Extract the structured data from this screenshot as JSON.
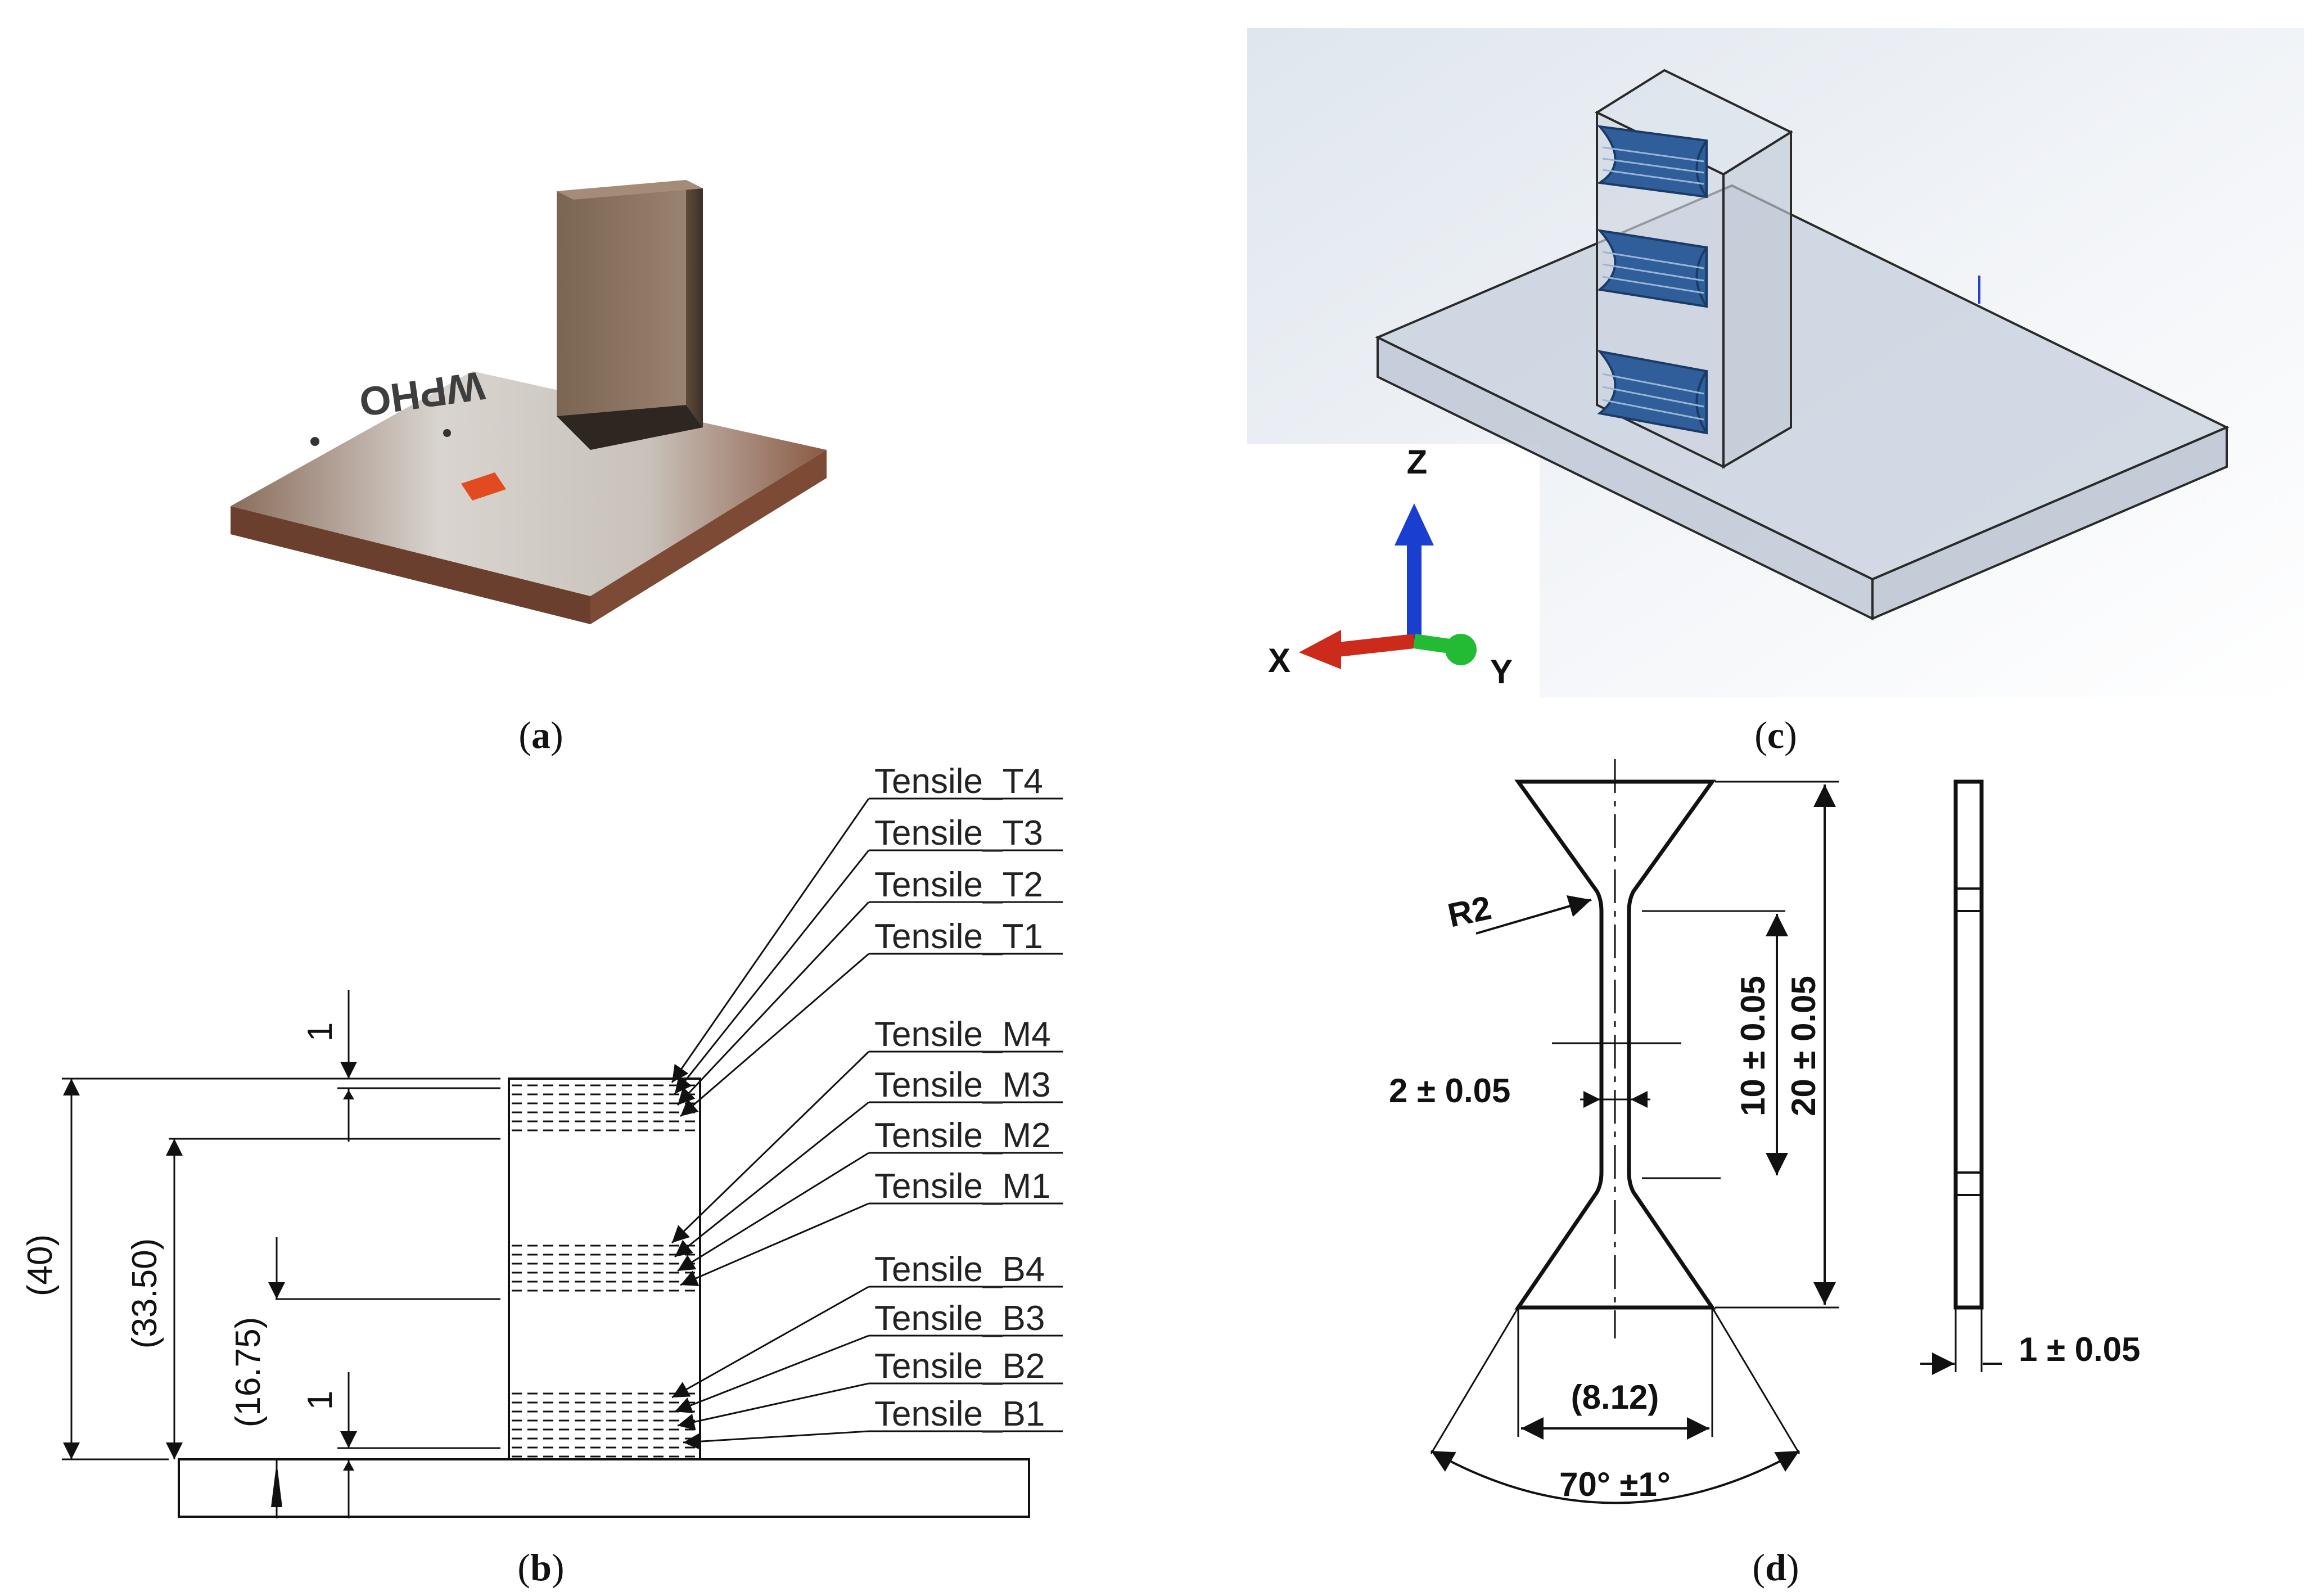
{
  "panels": {
    "a": {
      "caption_open": "(",
      "caption_letter": "a",
      "caption_close": ")",
      "engraving": "WPHO"
    },
    "b": {
      "caption_open": "(",
      "caption_letter": "b",
      "caption_close": ")",
      "labels": [
        "Tensile_T4",
        "Tensile_T3",
        "Tensile_T2",
        "Tensile_T1",
        "Tensile_M4",
        "Tensile_M3",
        "Tensile_M2",
        "Tensile_M1",
        "Tensile_B4",
        "Tensile_B3",
        "Tensile_B2",
        "Tensile_B1"
      ],
      "dims": {
        "total": "(40)",
        "top_group": "(33.50)",
        "mid_group": "(16.75)",
        "gap_top": "1",
        "gap_bottom": "1"
      }
    },
    "c": {
      "caption_open": "(",
      "caption_letter": "c",
      "caption_close": ")",
      "axes": {
        "x": "X",
        "y": "Y",
        "z": "Z"
      }
    },
    "d": {
      "caption_open": "(",
      "caption_letter": "d",
      "caption_close": ")",
      "dims": {
        "radius": "R2",
        "width": "2 ± 0.05",
        "gauge": "10 ± 0.05",
        "length": "20 ± 0.05",
        "grip": "(8.12)",
        "angle": "70° ±1°",
        "thickness": "1 ± 0.05"
      }
    }
  },
  "colors": {
    "specimen_blue": "#2f5e9a",
    "axis_red": "#cc2a1a",
    "axis_green": "#22bb33",
    "axis_blue": "#1a3fd0"
  }
}
